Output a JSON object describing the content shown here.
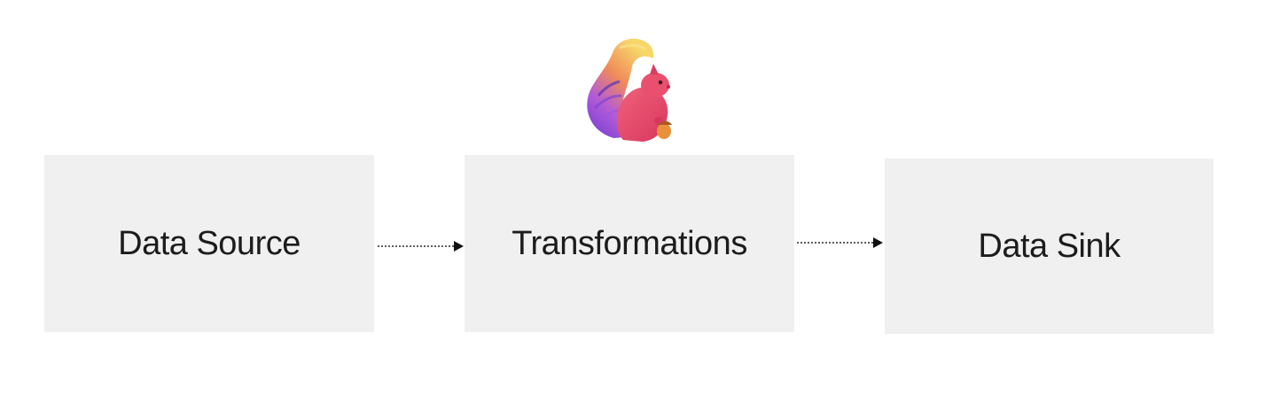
{
  "diagram": {
    "nodes": [
      {
        "id": "source",
        "label": "Data Source"
      },
      {
        "id": "transform",
        "label": "Transformations"
      },
      {
        "id": "sink",
        "label": "Data Sink"
      }
    ],
    "edges": [
      {
        "from": "source",
        "to": "transform",
        "style": "dotted-arrow"
      },
      {
        "from": "transform",
        "to": "sink",
        "style": "dotted-arrow"
      }
    ],
    "logo": {
      "icon": "squirrel-logo-icon"
    }
  },
  "colors": {
    "background": "#ffffff",
    "box_fill": "#f0f0f0",
    "text": "#1c1c1c",
    "arrow": "#2a2a2a",
    "logo_body": "#e5476a",
    "logo_tail_purple": "#8a4fd6",
    "logo_tail_orange": "#f49a3c",
    "logo_tail_yellow": "#f6d35c"
  }
}
